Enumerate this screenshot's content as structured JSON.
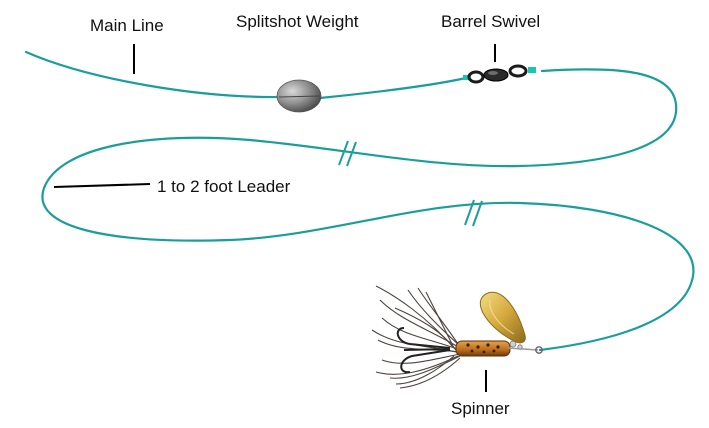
{
  "labels": {
    "main_line": "Main Line",
    "splitshot_weight": "Splitshot Weight",
    "barrel_swivel": "Barrel Swivel",
    "leader": "1 to 2 foot Leader",
    "spinner": "Spinner"
  },
  "colors": {
    "line": "#1a9e9a",
    "weight": "#8a8a8a",
    "swivel": "#1b1b1b",
    "swivel_bead": "#18c8a8",
    "blade": "#d6b24a",
    "body": "#c8842a",
    "hackle": "#3a2f2a",
    "pointer": "#000000"
  }
}
